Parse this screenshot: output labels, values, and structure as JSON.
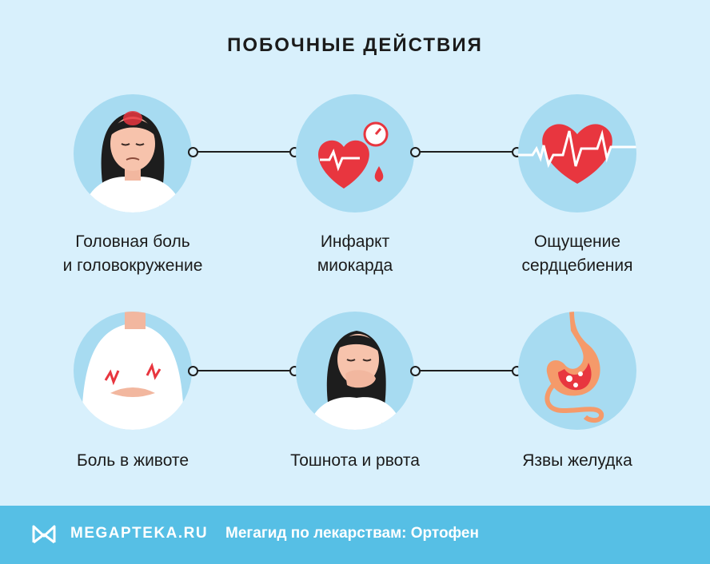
{
  "title": "ПОБОЧНЫЕ ДЕЙСТВИЯ",
  "items": [
    {
      "line1": "Головная боль",
      "line2": "и головокружение",
      "icon": "headache-woman-icon"
    },
    {
      "line1": "Инфаркт",
      "line2": "миокарда",
      "icon": "heart-attack-icon"
    },
    {
      "line1": "Ощущение",
      "line2": "сердцебиения",
      "icon": "heartbeat-icon"
    },
    {
      "line1": "Боль в животе",
      "icon": "stomach-pain-icon"
    },
    {
      "line1": "Тошнота и рвота",
      "icon": "nausea-woman-icon"
    },
    {
      "line1": "Язвы желудка",
      "icon": "stomach-ulcer-icon"
    }
  ],
  "footer": {
    "brand": "MEGAPTEKA.RU",
    "tagline": "Мегагид по лекарствам: Ортофен"
  },
  "colors": {
    "background": "#d8f0fc",
    "circle": "#a7dbf1",
    "footer": "#56bfe5",
    "accent_red": "#e8363f"
  }
}
